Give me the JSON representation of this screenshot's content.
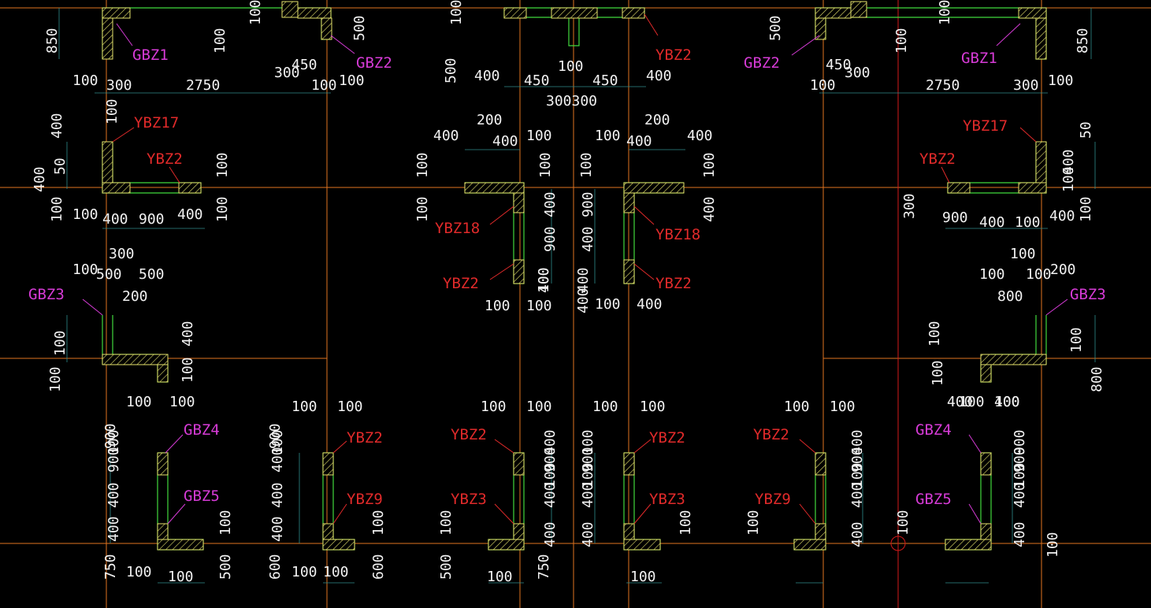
{
  "colors": {
    "background": "#000000",
    "axis": "#e0731f",
    "wall": "#41d93d",
    "dimension": "#2f8c8c",
    "hatch": "#e6e36c",
    "label_ybz": "#e02a2a",
    "label_gbz": "#d63bd6",
    "text": "#f2f2f2"
  },
  "labels": [
    {
      "id": "l1",
      "text": "GBZ1",
      "kind": "gbz"
    },
    {
      "id": "l2",
      "text": "GBZ2",
      "kind": "gbz"
    },
    {
      "id": "l3",
      "text": "YBZ2",
      "kind": "ybz"
    },
    {
      "id": "l4",
      "text": "GBZ2",
      "kind": "gbz"
    },
    {
      "id": "l5",
      "text": "GBZ1",
      "kind": "gbz"
    },
    {
      "id": "l6",
      "text": "YBZ17",
      "kind": "ybz"
    },
    {
      "id": "l7",
      "text": "YBZ2",
      "kind": "ybz"
    },
    {
      "id": "l8",
      "text": "YBZ17",
      "kind": "ybz"
    },
    {
      "id": "l9",
      "text": "YBZ2",
      "kind": "ybz"
    },
    {
      "id": "l10",
      "text": "YBZ18",
      "kind": "ybz"
    },
    {
      "id": "l11",
      "text": "YBZ18",
      "kind": "ybz"
    },
    {
      "id": "l12",
      "text": "YBZ2",
      "kind": "ybz"
    },
    {
      "id": "l13",
      "text": "YBZ2",
      "kind": "ybz"
    },
    {
      "id": "l14",
      "text": "GBZ3",
      "kind": "gbz"
    },
    {
      "id": "l15",
      "text": "GBZ3",
      "kind": "gbz"
    },
    {
      "id": "l16",
      "text": "GBZ4",
      "kind": "gbz"
    },
    {
      "id": "l17",
      "text": "GBZ5",
      "kind": "gbz"
    },
    {
      "id": "l18",
      "text": "YBZ2",
      "kind": "ybz"
    },
    {
      "id": "l19",
      "text": "YBZ9",
      "kind": "ybz"
    },
    {
      "id": "l20",
      "text": "YBZ2",
      "kind": "ybz"
    },
    {
      "id": "l21",
      "text": "YBZ3",
      "kind": "ybz"
    },
    {
      "id": "l22",
      "text": "YBZ2",
      "kind": "ybz"
    },
    {
      "id": "l23",
      "text": "YBZ3",
      "kind": "ybz"
    },
    {
      "id": "l24",
      "text": "YBZ2",
      "kind": "ybz"
    },
    {
      "id": "l25",
      "text": "YBZ9",
      "kind": "ybz"
    },
    {
      "id": "l26",
      "text": "GBZ4",
      "kind": "gbz"
    },
    {
      "id": "l27",
      "text": "GBZ5",
      "kind": "gbz"
    }
  ],
  "dims": [
    "850",
    "100",
    "100",
    "500",
    "450",
    "100",
    "300",
    "2750",
    "300",
    "100",
    "100",
    "100",
    "500",
    "400",
    "450",
    "100",
    "450",
    "400",
    "300300",
    "500",
    "100",
    "450",
    "300",
    "100",
    "2750",
    "300",
    "100",
    "850",
    "100",
    "200",
    "400",
    "400",
    "100",
    "100",
    "400",
    "400",
    "200",
    "400",
    "100",
    "50",
    "400",
    "100",
    "100",
    "400",
    "900",
    "400",
    "100",
    "100",
    "100",
    "100",
    "100",
    "100",
    "100",
    "400",
    "400",
    "900",
    "900",
    "400",
    "400",
    "400",
    "400",
    "100",
    "100",
    "100",
    "100",
    "400",
    "50",
    "400",
    "100",
    "100",
    "400",
    "900",
    "400",
    "100",
    "300",
    "300",
    "100",
    "100",
    "500",
    "500",
    "100",
    "100",
    "200",
    "200",
    "800",
    "100",
    "100",
    "400",
    "100",
    "100",
    "800",
    "100",
    "400",
    "100",
    "100",
    "100",
    "100",
    "100",
    "100",
    "100",
    "100",
    "100",
    "100",
    "100",
    "100",
    "100",
    "400",
    "900",
    "400",
    "400",
    "900",
    "400",
    "400",
    "900",
    "400",
    "400",
    "900",
    "400",
    "400",
    "900",
    "400",
    "400",
    "900",
    "400",
    "400",
    "900",
    "400",
    "400",
    "900",
    "400",
    "100",
    "100",
    "100",
    "100",
    "100",
    "100",
    "100",
    "100",
    "100",
    "100",
    "100",
    "100",
    "100",
    "100",
    "750",
    "500",
    "600",
    "600",
    "500",
    "750",
    "100",
    "100",
    "100",
    "100",
    "100",
    "100"
  ]
}
